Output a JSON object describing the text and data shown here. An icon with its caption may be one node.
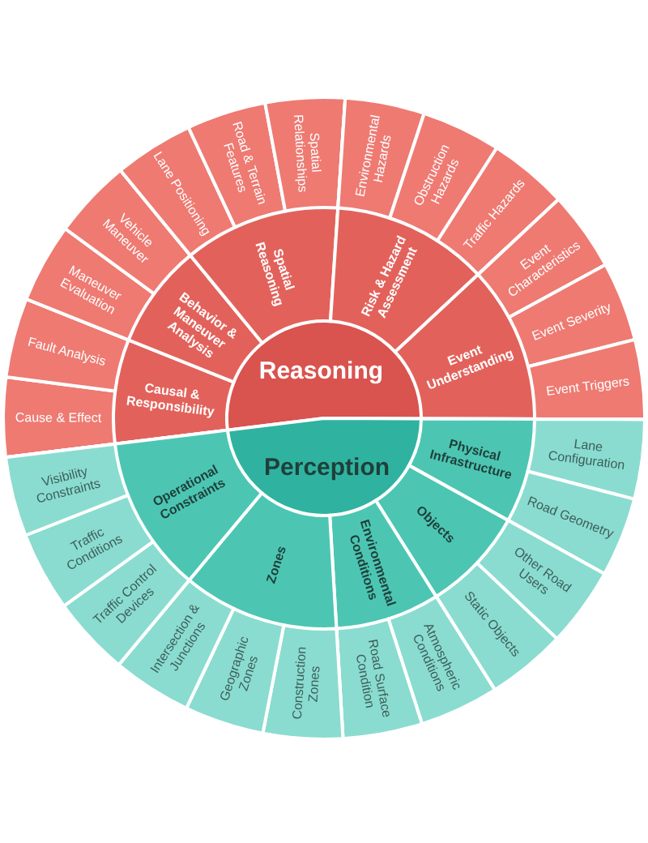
{
  "diagram": {
    "nodes": [
      {
        "text": [
          "Reasoning"
        ]
      },
      {
        "text": [
          "Causal & Responsibility"
        ],
        "in": 0
      },
      {
        "text": [
          "Cause & Effect"
        ],
        "in": 1
      },
      {
        "text": [
          "Fault Analysis"
        ],
        "in": 1
      },
      {
        "text": [
          "Behavior & Maneuver Analysis"
        ],
        "in": 0
      },
      {
        "text": [
          "Maneuver Evaluation"
        ],
        "in": 4
      },
      {
        "text": [
          "Vehicle Maneuver"
        ],
        "in": 4
      },
      {
        "text": [
          "Spatial Reasoning"
        ],
        "in": 0
      },
      {
        "text": [
          "Lane Positioning"
        ],
        "in": 7
      },
      {
        "text": [
          "Road & Terrain Features"
        ],
        "in": 7
      },
      {
        "text": [
          "Spatial Relationships"
        ],
        "in": 7
      },
      {
        "text": [
          "Risk & Hazard Assessment"
        ],
        "in": 0
      },
      {
        "text": [
          "Environmental Hazards"
        ],
        "in": 11
      },
      {
        "text": [
          "Obstruction Hazards"
        ],
        "in": 11
      },
      {
        "text": [
          "Traffic Hazards"
        ],
        "in": 11
      },
      {
        "text": [
          "Event Understanding"
        ],
        "in": 0
      },
      {
        "text": [
          "Event Characteristics"
        ],
        "in": 15
      },
      {
        "text": [
          "Event Severity"
        ],
        "in": 15
      },
      {
        "text": [
          "Event Triggers"
        ],
        "in": 15
      },
      {
        "text": [
          "Perception"
        ]
      },
      {
        "text": [
          "Physical Infrastructure"
        ],
        "in": 19
      },
      {
        "text": [
          "Lane Configuration"
        ],
        "in": 20
      },
      {
        "text": [
          "Road Geometry"
        ],
        "in": 20
      },
      {
        "text": [
          "Objects"
        ],
        "in": 19
      },
      {
        "text": [
          "Other Road Users"
        ],
        "in": 23
      },
      {
        "text": [
          "Static Objects"
        ],
        "in": 23
      },
      {
        "text": [
          "Environmental Conditions"
        ],
        "in": 19
      },
      {
        "text": [
          "Atmospheric Conditions"
        ],
        "in": 26
      },
      {
        "text": [
          "Road Surface Condition"
        ],
        "in": 26
      },
      {
        "text": [
          "Zones"
        ],
        "in": 19
      },
      {
        "text": [
          "Construction Zones"
        ],
        "in": 29
      },
      {
        "text": [
          "Geographic Zones"
        ],
        "in": 29
      },
      {
        "text": [
          "Intersection & Junctions"
        ],
        "in": 29
      },
      {
        "text": [
          "Operational Constraints"
        ],
        "in": 19
      },
      {
        "text": [
          "Traffic Control Devices"
        ],
        "in": 33
      },
      {
        "text": [
          "Traffic Conditions"
        ],
        "in": 33
      },
      {
        "text": [
          "Visibility Constraints"
        ],
        "in": 33
      }
    ]
  }
}
